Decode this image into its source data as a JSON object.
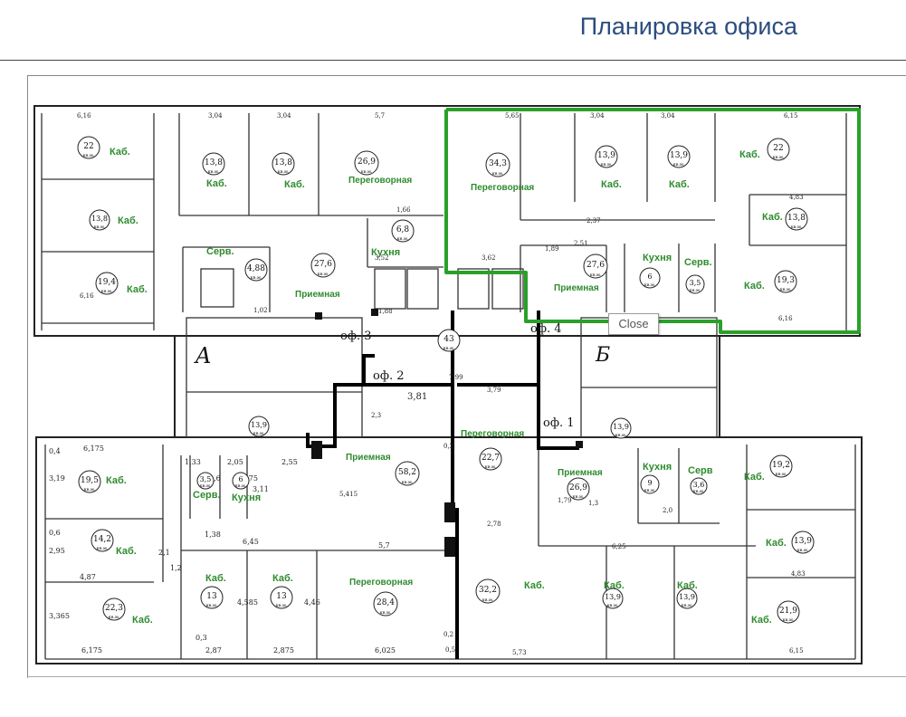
{
  "header": {
    "title": "Планировка офиса"
  },
  "tooltip": {
    "close_label": "Close"
  },
  "colors": {
    "highlight": "#2aa02a",
    "title": "#2b4d7e",
    "room_label": "#2e8b2e"
  },
  "area_unit": "кв.м.",
  "offices": [
    "оф. 1",
    "оф. 2",
    "оф. 3",
    "оф. 4"
  ],
  "rooms": [
    {
      "label": "Каб.",
      "area": "22"
    },
    {
      "label": "Каб.",
      "area": "13,8"
    },
    {
      "label": "Каб.",
      "area": "19,4"
    },
    {
      "label": "Каб.",
      "area": "13,8"
    },
    {
      "label": "Каб.",
      "area": "13,8"
    },
    {
      "label": "Переговорная",
      "area": "26,9"
    },
    {
      "label": "Серв.",
      "area": "4,88"
    },
    {
      "label": "Приемная",
      "area": "27,6"
    },
    {
      "label": "Кухня",
      "area": "6,8"
    },
    {
      "label": "Переговорная",
      "area": "34,3"
    },
    {
      "label": "Каб.",
      "area": "13,9"
    },
    {
      "label": "Каб.",
      "area": "13,9"
    },
    {
      "label": "Каб.",
      "area": "22"
    },
    {
      "label": "Каб.",
      "area": "13,8"
    },
    {
      "label": "Приемная",
      "area": "27,6"
    },
    {
      "label": "Кухня",
      "area": "6"
    },
    {
      "label": "Серв.",
      "area": "3,5"
    },
    {
      "label": "Каб.",
      "area": "19,3"
    },
    {
      "label": "",
      "area": "43"
    },
    {
      "label": "",
      "area": "13,9"
    },
    {
      "label": "",
      "area": "13,9"
    },
    {
      "label": "Каб.",
      "area": "19,5"
    },
    {
      "label": "Серв.",
      "area": "3,5"
    },
    {
      "label": "Кухня",
      "area": "6"
    },
    {
      "label": "Каб.",
      "area": "14,2"
    },
    {
      "label": "Каб.",
      "area": "22,3"
    },
    {
      "label": "Приемная",
      "area": "58,2"
    },
    {
      "label": "Переговорная",
      "area": "22,7"
    },
    {
      "label": "Каб.",
      "area": "13"
    },
    {
      "label": "Каб.",
      "area": "13"
    },
    {
      "label": "Переговорная",
      "area": "28,4"
    },
    {
      "label": "Каб.",
      "area": "32,2"
    },
    {
      "label": "Приемная",
      "area": "26,9"
    },
    {
      "label": "Кухня",
      "area": "9"
    },
    {
      "label": "Серв",
      "area": "3,6"
    },
    {
      "label": "Каб.",
      "area": "19,2"
    },
    {
      "label": "Каб.",
      "area": "13,9"
    },
    {
      "label": "Каб.",
      "area": "13,9"
    },
    {
      "label": "Каб.",
      "area": "13,9"
    },
    {
      "label": "Каб.",
      "area": "21,9"
    }
  ],
  "dimensions": [
    "6,16",
    "3,04",
    "3,04",
    "5,7",
    "5,65",
    "3,04",
    "3,04",
    "6,15",
    "4,83",
    "2,37",
    "1,66",
    "3,52",
    "3,62",
    "2,51",
    "1,89",
    "6,16",
    "6,16",
    "1,02",
    "1,88",
    "7,99",
    "3,81",
    "3,79",
    "2,3",
    "5,415",
    "6,175",
    "6,45",
    "5,7",
    "2,78",
    "6,25",
    "4,83",
    "3,365",
    "6,175",
    "2,87",
    "2,875",
    "6,025",
    "5,73",
    "6,15",
    "0,4",
    "3,19",
    "0,6",
    "2,95",
    "4,87",
    "1,33",
    "2,05",
    "2,55",
    "2,6",
    "2,975",
    "3,11",
    "1,38",
    "2,0",
    "1,79",
    "4,585",
    "4,46",
    "0,2",
    "0,5",
    "1,3",
    "1,2",
    "2,1",
    "0,3",
    "0,2"
  ]
}
